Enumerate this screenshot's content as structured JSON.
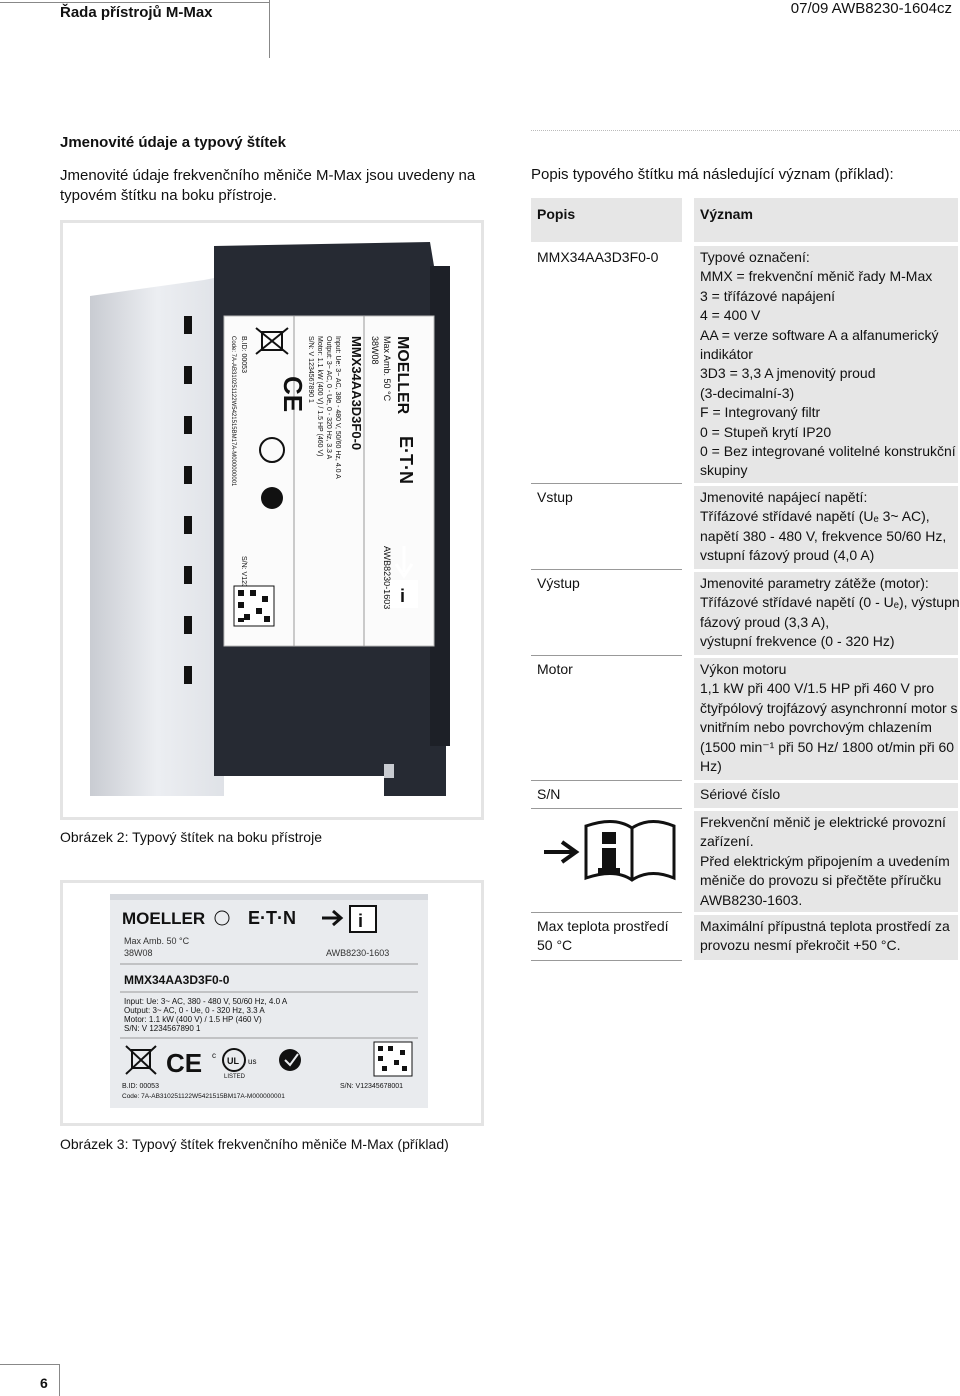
{
  "header": {
    "left": "Řada přístrojů M-Max",
    "right": "07/09 AWB8230-1604cz"
  },
  "section": {
    "title": "Jmenovité údaje a typový štítek",
    "intro": "Jmenovité údaje frekvenčního měniče M-Max jsou uvedeny na typovém štítku na boku přístroje.",
    "table_intro": "Popis typového štítku má následující význam (příklad):"
  },
  "table": {
    "headers": {
      "popis": "Popis",
      "vyznam": "Význam"
    },
    "rows": [
      {
        "popis": "MMX34AA3D3F0-0",
        "vyznam": [
          "Typové označení:",
          "MMX = frekvenční měnič řady M-Max",
          "3 = třífázové napájení",
          "4 = 400 V",
          "AA = verze software A a alfanumerický",
          "indikátor",
          "3D3 = 3,3 A jmenovitý proud",
          "(3-decimalní-3)",
          "F = Integrovaný filtr",
          "0 = Stupeň krytí IP20",
          "0 = Bez integrované volitelné konstrukční",
          "skupiny"
        ]
      },
      {
        "popis": "Vstup",
        "vyznam": [
          "Jmenovité napájecí napětí:",
          "Třífázové střídavé napětí (Uₑ 3~ AC),",
          "napětí 380 - 480 V, frekvence 50/60 Hz,",
          "vstupní fázový proud (4,0 A)"
        ]
      },
      {
        "popis": "Výstup",
        "vyznam": [
          "Jmenovité parametry zátěže (motor):",
          "Třífázové střídavé napětí (0 - Uₑ), výstupní",
          "fázový proud (3,3 A),",
          "výstupní frekvence (0 - 320 Hz)"
        ]
      },
      {
        "popis": "Motor",
        "vyznam": [
          "Výkon motoru",
          "1,1 kW při 400 V/1.5 HP při 460 V pro",
          "čtyřpólový trojfázový asynchronní motor s",
          "vnitřním nebo povrchovým chlazením",
          "(1500 min⁻¹ při 50 Hz/ 1800 ot/min při 60",
          "Hz)"
        ]
      },
      {
        "popis": "S/N",
        "vyznam": [
          "Sériové číslo"
        ]
      },
      {
        "popis": "",
        "vyznam": [
          "Frekvenční měnič je elektrické provozní",
          "zařízení.",
          "Před elektrickým připojením a uvedením",
          "měniče do provozu si přečtěte příručku",
          "AWB8230-1603."
        ]
      },
      {
        "popis": "Max teplota prostředí\n50 °C",
        "vyznam": [
          "Maximální přípustná teplota prostředí za",
          "provozu nesmí překročit +50 °C."
        ]
      }
    ]
  },
  "label": {
    "brand": "MOELLER",
    "eaton": "E·T·N",
    "max_amb": "Max Amb. 50 °C",
    "rev": "38W08",
    "awb": "AWB8230-1603",
    "type": "MMX34AA3D3F0-0",
    "input": "Input:   Ue: 3~ AC, 380 - 480 V, 50/60 Hz, 4.0 A",
    "output": "Output: 3~ AC, 0 - Ue, 0 - 320 Hz, 3.3 A",
    "motor": "Motor:  1.1 kW (400 V) / 1.5 HP (460 V)",
    "sn": "S/N:     V 1234567890 1",
    "bid": "B.ID:    00053",
    "code": "Code: 7A-AB310251122W5421515BM17A-M000000001",
    "sn2": "S/N: V12345678001",
    "listed": "LISTED",
    "ce": "CE",
    "ul": "UL",
    "c": "c",
    "us": "us"
  },
  "figures": {
    "fig2": "Obrázek 2:  Typový štítek na boku přístroje",
    "fig3": "Obrázek 3:  Typový štítek frekvenčního měniče M-Max (příklad)"
  },
  "page_number": "6"
}
